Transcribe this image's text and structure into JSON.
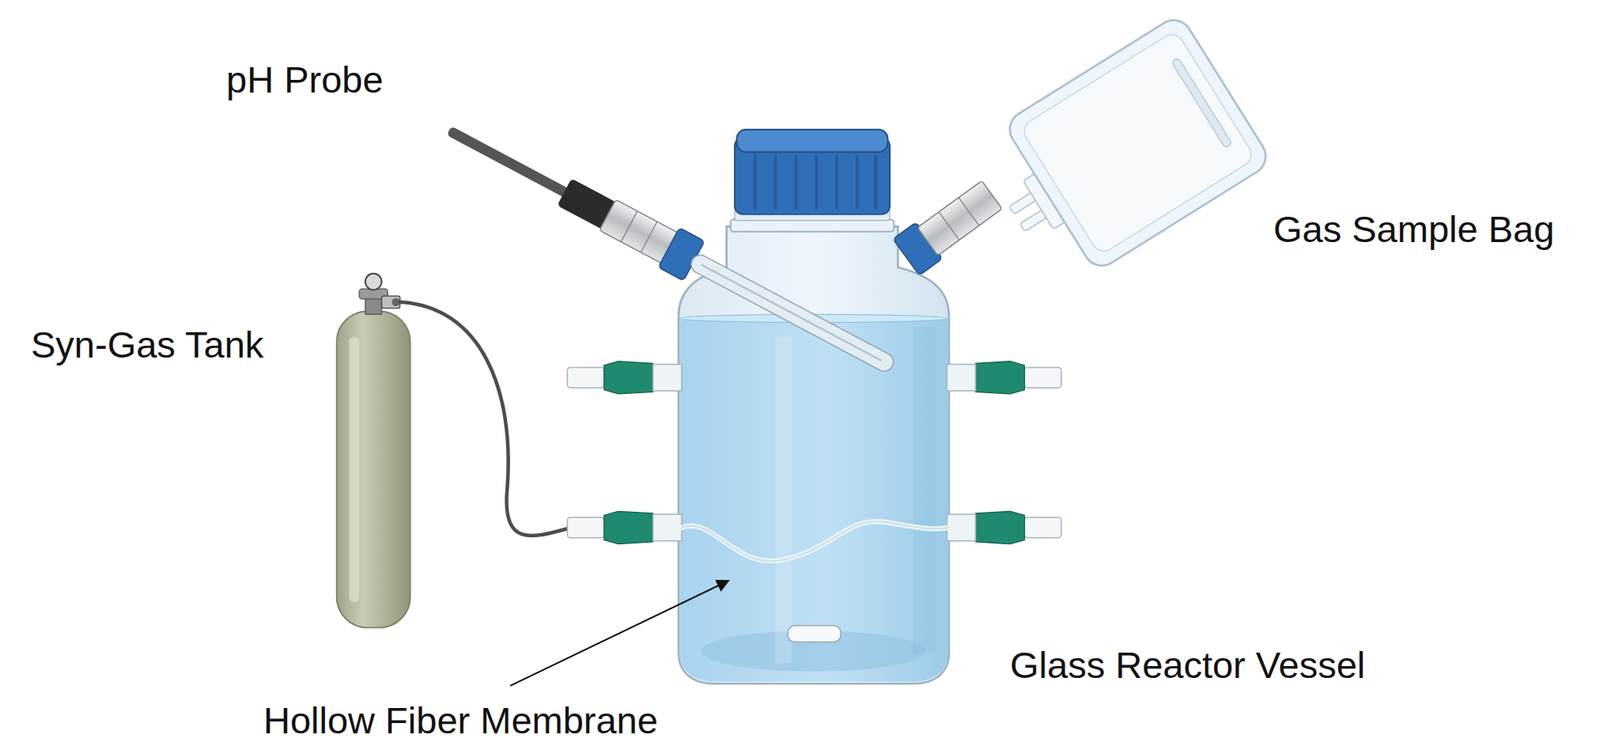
{
  "diagram": {
    "labels": [
      "pH Probe",
      "Gas Sample Bag",
      "Syn-Gas Tank",
      "Glass Reactor Vessel",
      "Hollow Fiber Membrane"
    ]
  }
}
